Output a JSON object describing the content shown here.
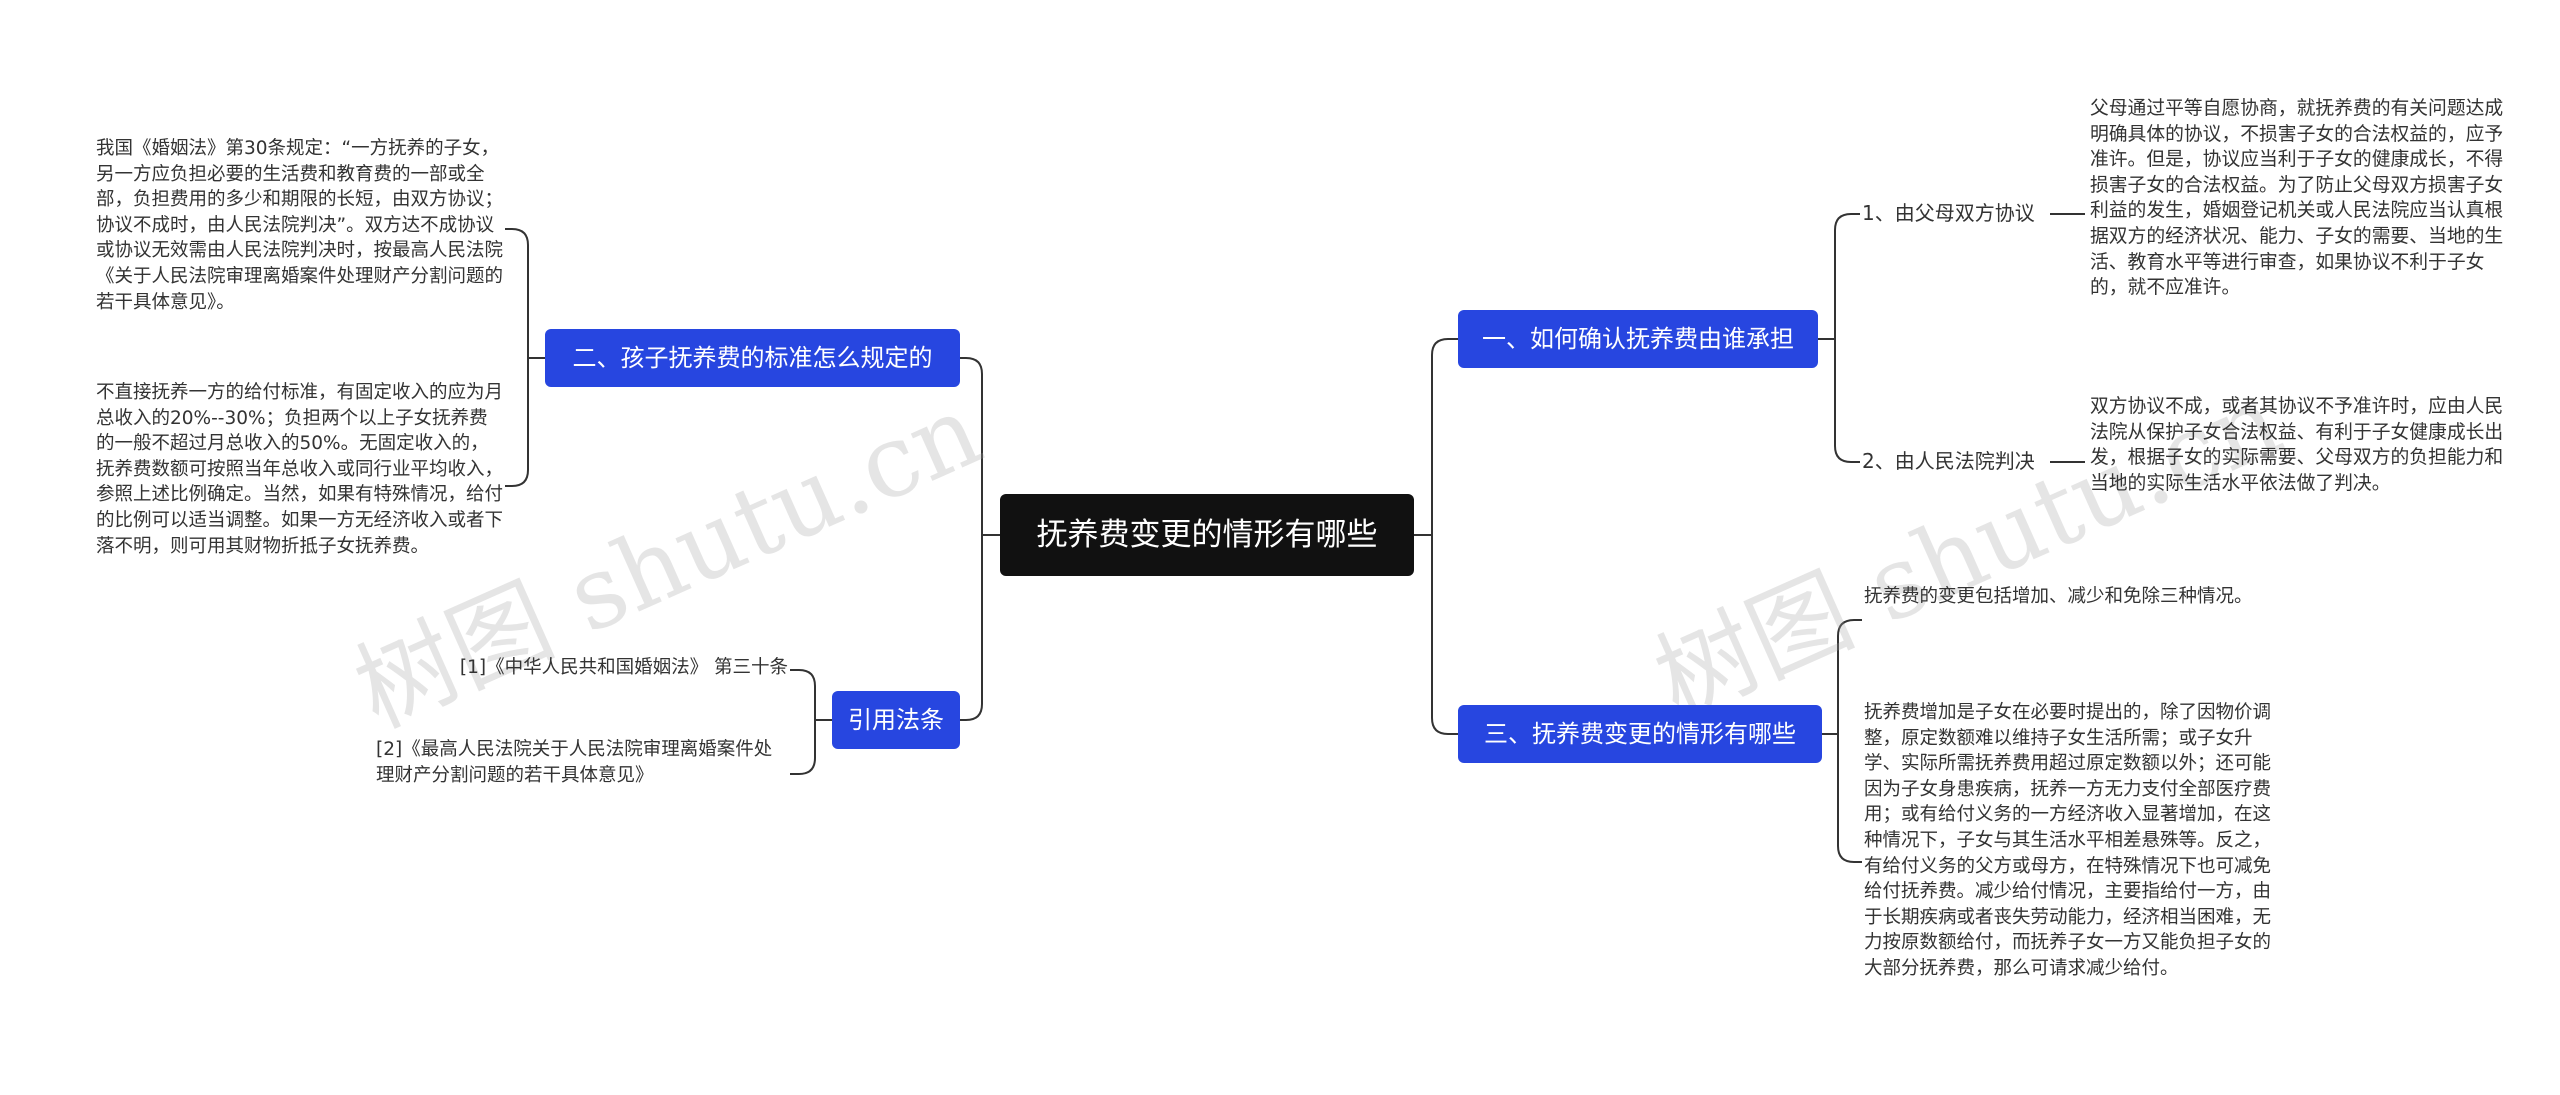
{
  "root": {
    "label": "抚养费变更的情形有哪些"
  },
  "right": {
    "topic1": {
      "label": "一、如何确认抚养费由谁承担",
      "subs": [
        {
          "label": "1、由父母双方协议",
          "text": "父母通过平等自愿协商，就抚养费的有关问题达成明确具体的协议，不损害子女的合法权益的，应予准许。但是，协议应当利于子女的健康成长，不得损害子女的合法权益。为了防止父母双方损害子女利益的发生，婚姻登记机关或人民法院应当认真根据双方的经济状况、能力、子女的需要、当地的生活、教育水平等进行审查，如果协议不利于子女的，就不应准许。"
        },
        {
          "label": "2、由人民法院判决",
          "text": "双方协议不成，或者其协议不予准许时，应由人民法院从保护子女合法权益、有利于子女健康成长出发，根据子女的实际需要、父母双方的负担能力和当地的实际生活水平依法做了判决。"
        }
      ]
    },
    "topic3": {
      "label": "三、抚养费变更的情形有哪些",
      "texts": [
        "抚养费的变更包括增加、减少和免除三种情况。",
        "抚养费增加是子女在必要时提出的，除了因物价调整，原定数额难以维持子女生活所需；或子女升学、实际所需抚养费用超过原定数额以外；还可能因为子女身患疾病，抚养一方无力支付全部医疗费用；或有给付义务的一方经济收入显著增加，在这种情况下，子女与其生活水平相差悬殊等。反之，有给付义务的父方或母方，在特殊情况下也可减免给付抚养费。减少给付情况，主要指给付一方，由于长期疾病或者丧失劳动能力，经济相当困难，无力按原数额给付，而抚养子女一方又能负担子女的大部分抚养费，那么可请求减少给付。"
      ]
    }
  },
  "left": {
    "topic2": {
      "label": "二、孩子抚养费的标准怎么规定的",
      "texts": [
        "我国《婚姻法》第30条规定：“一方抚养的子女，另一方应负担必要的生活费和教育费的一部或全部，负担费用的多少和期限的长短，由双方协议；协议不成时，由人民法院判决”。双方达不成协议或协议无效需由人民法院判决时，按最高人民法院《关于人民法院审理离婚案件处理财产分割问题的若干具体意见》。",
        "不直接抚养一方的给付标准，有固定收入的应为月总收入的20%--30%；负担两个以上子女抚养费的一般不超过月总收入的50%。无固定收入的，抚养费数额可按照当年总收入或同行业平均收入，参照上述比例确定。当然，如果有特殊情况，给付的比例可以适当调整。如果一方无经济收入或者下落不明，则可用其财物折抵子女抚养费。"
      ]
    },
    "topic4": {
      "label": "引用法条",
      "refs": [
        "[1]《中华人民共和国婚姻法》 第三十条",
        "[2]《最高人民法院关于人民法院审理离婚案件处理财产分割问题的若干具体意见》"
      ]
    }
  },
  "watermark": "树图 shutu.cn",
  "colors": {
    "topic": "#2746e0",
    "root": "#111111",
    "line": "#333333"
  }
}
